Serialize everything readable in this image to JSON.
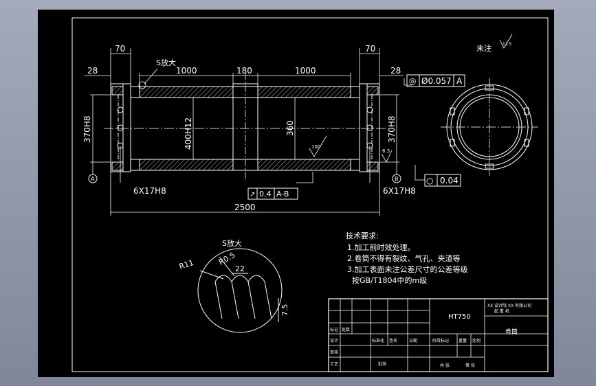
{
  "dimensions": {
    "d70_left": "70",
    "d70_right": "70",
    "d28_left": "28",
    "d28_right": "28",
    "d1000_left": "1000",
    "d180": "180",
    "d1000_right": "1000",
    "d2500": "2500",
    "d370_left": "370H8",
    "d370_right": "370H8",
    "d400": "400H12",
    "d360": "360",
    "holes_left": "6X17H8",
    "holes_right": "6X17H8",
    "rough100": "100",
    "rough63": "6.3",
    "rough_rest": "12.5"
  },
  "annotations": {
    "detail_callout": "S放大",
    "detail_title": "S放大",
    "datum_a": "A",
    "datum_b": "B",
    "unnoted_label": "未注",
    "r11": "R11",
    "r0": "R0.5",
    "d22": "22",
    "d75": "7.5"
  },
  "tolerances": {
    "coaxial": {
      "symbol": "◎",
      "value": "Ø0.057",
      "datum": "A"
    },
    "roundness": {
      "symbol": "○",
      "value": "0.04"
    },
    "runout": {
      "symbol": "↗",
      "value": "0.4",
      "datum": "A-B"
    }
  },
  "tech_requirements": {
    "title": "技术要求:",
    "items": [
      "1.加工前时效处理。",
      "2.卷筒不得有裂纹、气孔、夹渣等",
      "3.加工表面未注公差尺寸的公差等级",
      "  按GB/T1804中的m级"
    ]
  },
  "title_block": {
    "material": "HT750",
    "part_name": "卷筒",
    "company_line1": "XX 设计院 XX 有限公司",
    "company_line2": "起 重 机",
    "cells": {
      "mark": "标记",
      "count": "处数",
      "design": "设计",
      "standard": "标准化",
      "review": "审核",
      "process": "工艺",
      "approve": "批准",
      "stage": "阶段标记",
      "weight": "重量",
      "scale": "比例",
      "sheets_total": "共 张",
      "sheet_no": "第 张",
      "date": "日期",
      "signature": "签名"
    }
  }
}
